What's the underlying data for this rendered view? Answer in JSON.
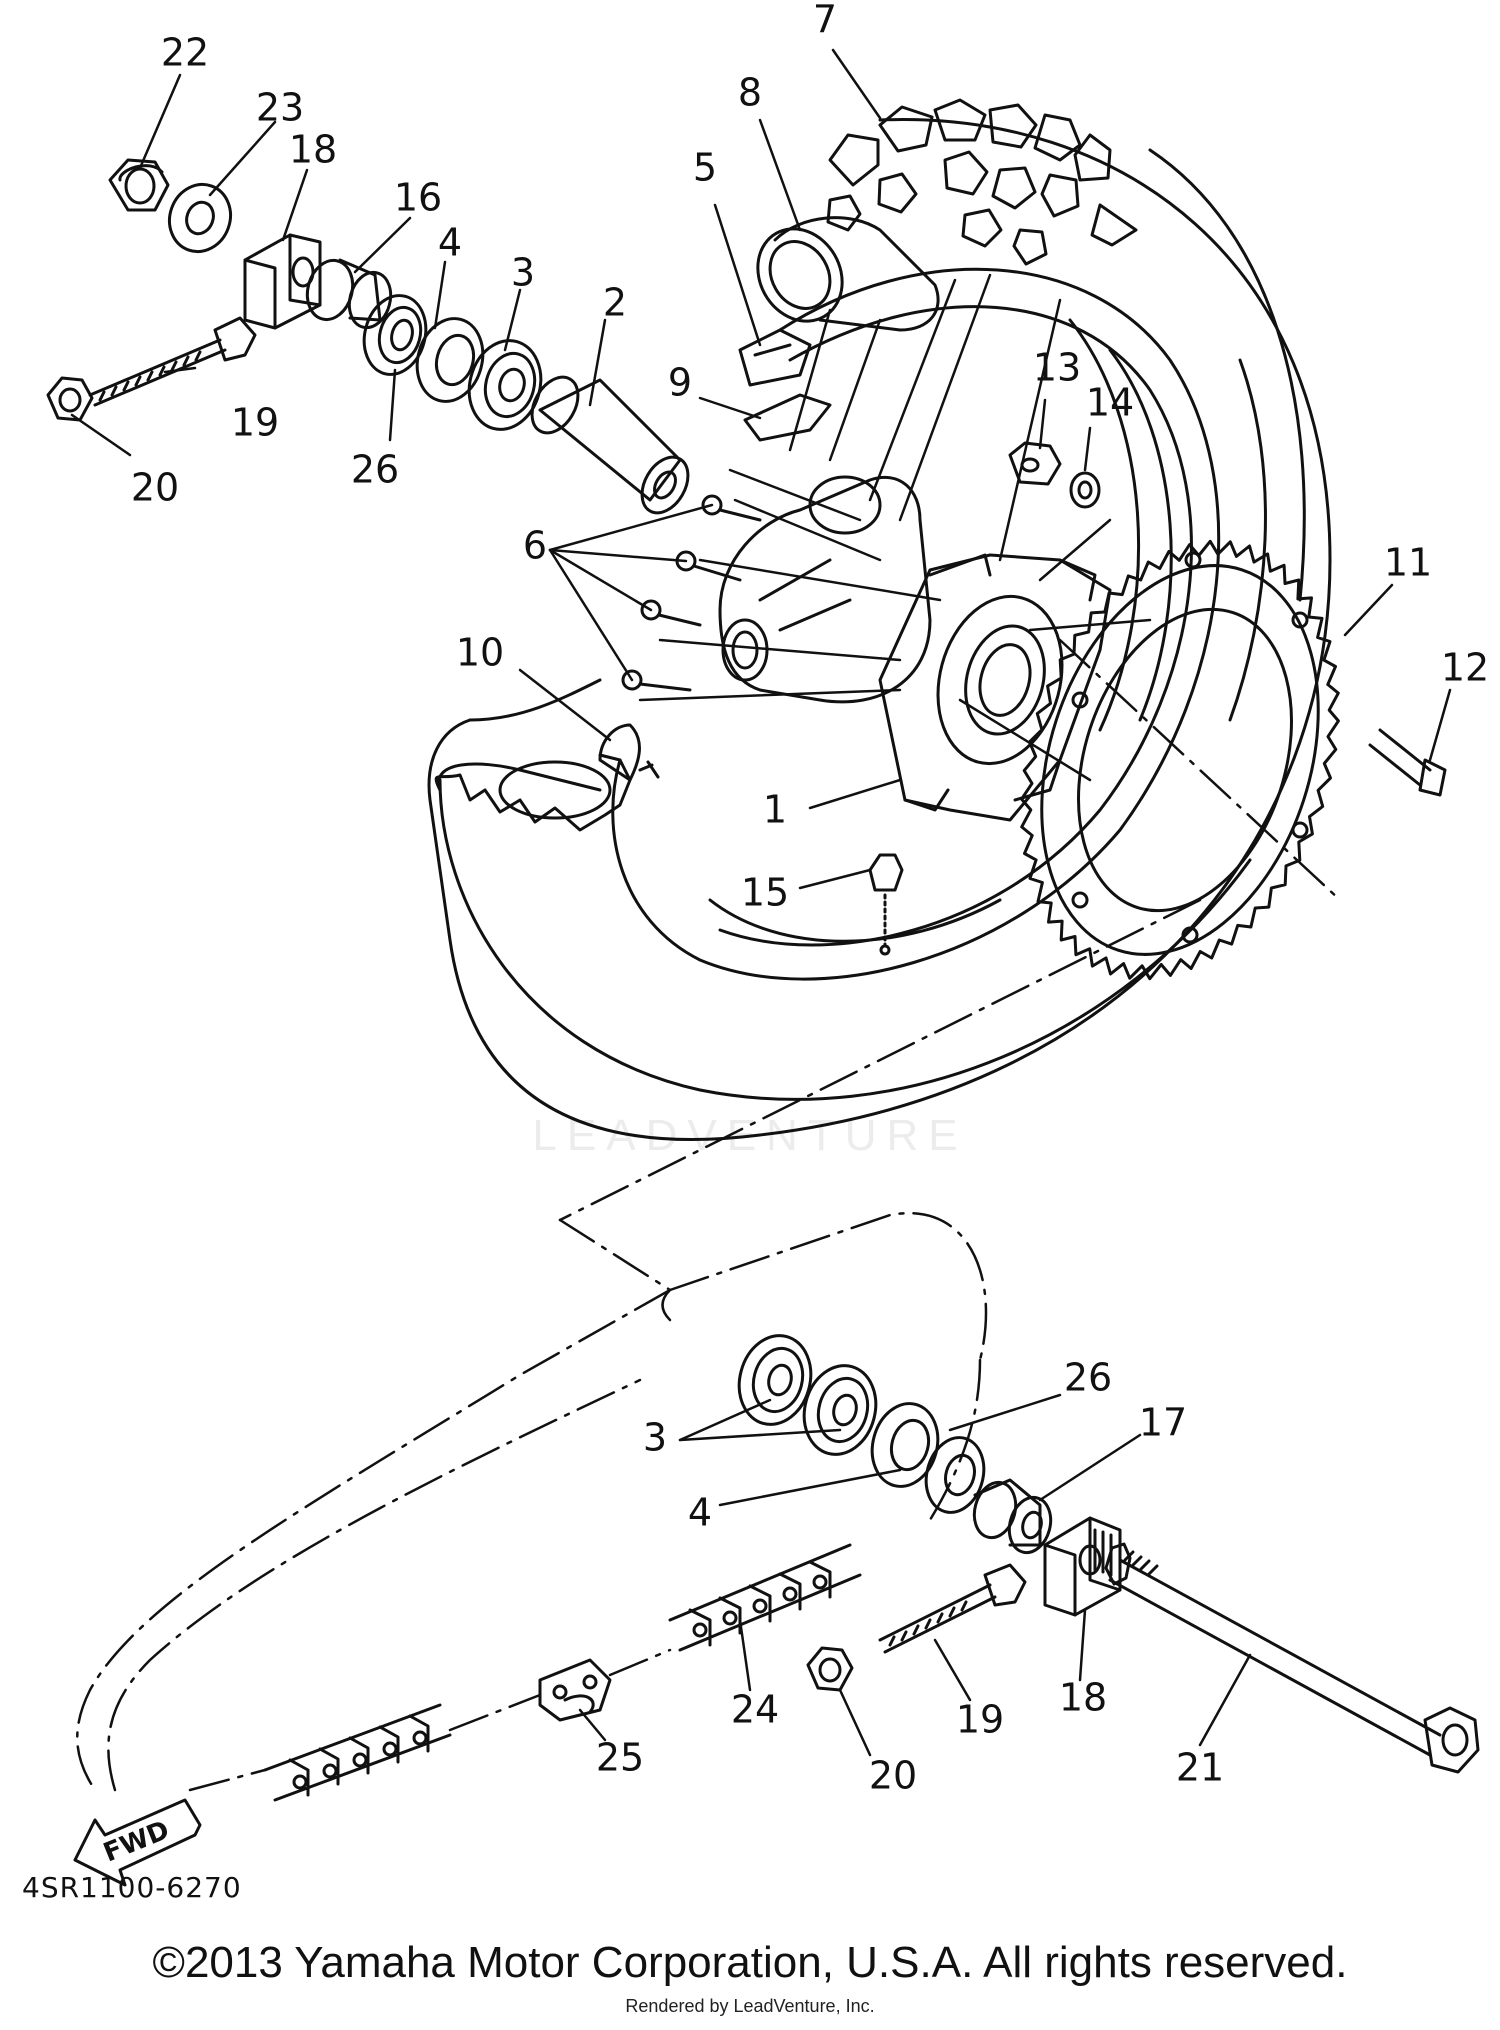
{
  "diagram": {
    "code": "4SR1100-6270",
    "direction_label": "FWD",
    "watermark": "LEADVENTURE",
    "copyright": "©2013 Yamaha Motor Corporation, U.S.A. All rights reserved.",
    "rendered_by": "Rendered by LeadVenture, Inc.",
    "colors": {
      "ink": "#111111",
      "watermark": "#ececec",
      "background": "#ffffff"
    }
  },
  "callouts": [
    {
      "id": "c22",
      "label": "22"
    },
    {
      "id": "c23",
      "label": "23"
    },
    {
      "id": "c18a",
      "label": "18"
    },
    {
      "id": "c16",
      "label": "16"
    },
    {
      "id": "c4a",
      "label": "4"
    },
    {
      "id": "c3a",
      "label": "3"
    },
    {
      "id": "c2",
      "label": "2"
    },
    {
      "id": "c5",
      "label": "5"
    },
    {
      "id": "c8",
      "label": "8"
    },
    {
      "id": "c7",
      "label": "7"
    },
    {
      "id": "c9",
      "label": "9"
    },
    {
      "id": "c19a",
      "label": "19"
    },
    {
      "id": "c20a",
      "label": "20"
    },
    {
      "id": "c26a",
      "label": "26"
    },
    {
      "id": "c13",
      "label": "13"
    },
    {
      "id": "c14",
      "label": "14"
    },
    {
      "id": "c6",
      "label": "6"
    },
    {
      "id": "c10",
      "label": "10"
    },
    {
      "id": "c11",
      "label": "11"
    },
    {
      "id": "c12",
      "label": "12"
    },
    {
      "id": "c1",
      "label": "1"
    },
    {
      "id": "c15",
      "label": "15"
    },
    {
      "id": "c26b",
      "label": "26"
    },
    {
      "id": "c17",
      "label": "17"
    },
    {
      "id": "c3b",
      "label": "3"
    },
    {
      "id": "c4b",
      "label": "4"
    },
    {
      "id": "c24",
      "label": "24"
    },
    {
      "id": "c25",
      "label": "25"
    },
    {
      "id": "c19b",
      "label": "19"
    },
    {
      "id": "c18b",
      "label": "18"
    },
    {
      "id": "c20b",
      "label": "20"
    },
    {
      "id": "c21",
      "label": "21"
    }
  ]
}
